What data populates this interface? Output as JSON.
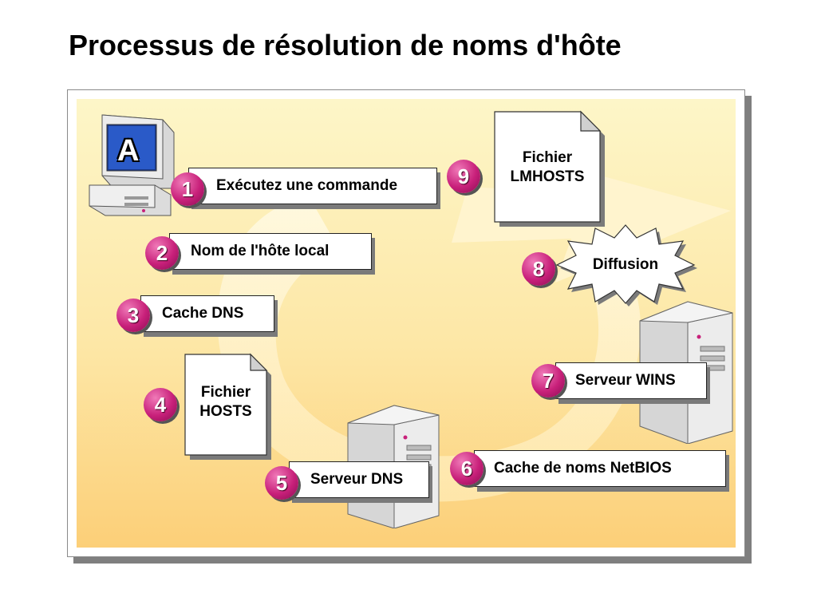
{
  "title": "Processus de résolution de noms d'hôte",
  "computer_letter": "A",
  "steps": [
    {
      "num": "1",
      "label": "Exécutez une commande"
    },
    {
      "num": "2",
      "label": "Nom de l'hôte local"
    },
    {
      "num": "3",
      "label": "Cache DNS"
    },
    {
      "num": "4",
      "doc_line1": "Fichier",
      "doc_line2": "HOSTS"
    },
    {
      "num": "5",
      "label": "Serveur DNS"
    },
    {
      "num": "6",
      "label": "Cache de noms NetBIOS"
    },
    {
      "num": "7",
      "label": "Serveur WINS"
    },
    {
      "num": "8",
      "label": "Diffusion"
    },
    {
      "num": "9",
      "doc_line1": "Fichier",
      "doc_line2": "LMHOSTS"
    }
  ],
  "colors": {
    "badge": "#c8207a",
    "background_top": "#fdf6c8",
    "background_bottom": "#fccf78",
    "arrow": "#fff6d8"
  }
}
